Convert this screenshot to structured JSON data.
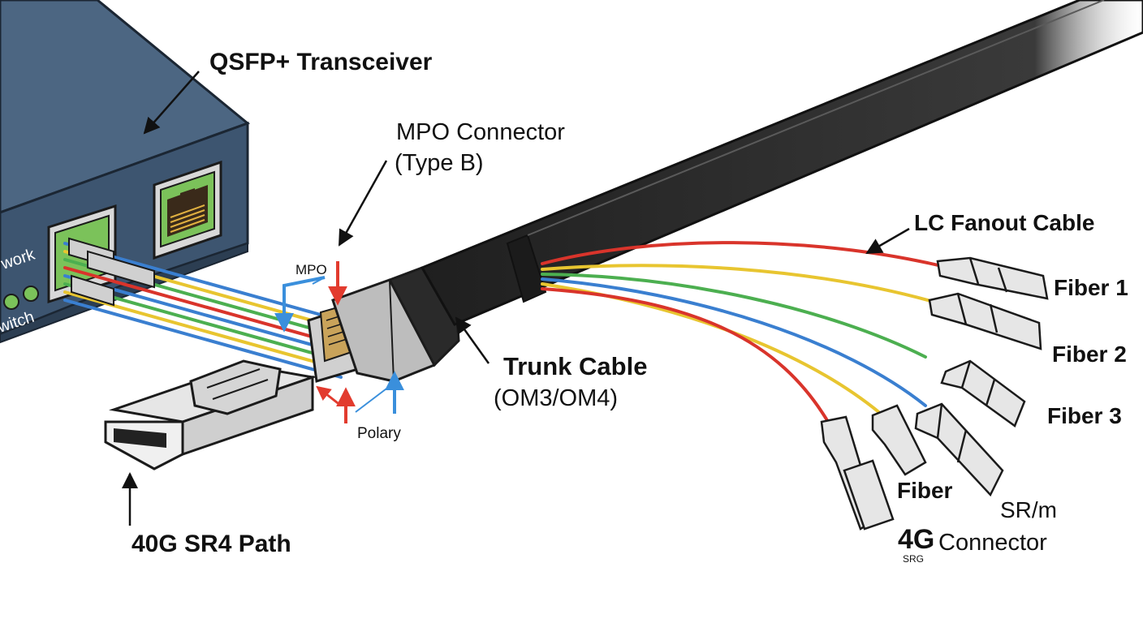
{
  "device": {
    "switch_label_partial_top": "work",
    "switch_label_partial_bottom": "witch"
  },
  "labels": {
    "qsfp_transceiver": "QSFP+ Transceiver",
    "mpo_connector_line1": "MPO Connector",
    "mpo_connector_line2": "(Type B)",
    "mpo_small": "MPO",
    "polary": "Polary",
    "trunk_cable_line1": "Trunk Cable",
    "trunk_cable_line2": "(OM3/OM4)",
    "lc_fanout_cable": "LC Fanout Cable",
    "fiber_1": "Fiber 1",
    "fiber_2": "Fiber 2",
    "fiber_3": "Fiber 3",
    "fiber": "Fiber",
    "sr_m": "SR/m",
    "fourg": "4G",
    "connector": "Connector",
    "srg": "SRG",
    "path_40g_sr4": "40G SR4 Path"
  },
  "colors": {
    "switch_body": "#3d5570",
    "switch_top": "#4c6682",
    "cable_jacket": "#2a2a2a",
    "fiber_red": "#d9342b",
    "fiber_yellow": "#e8c530",
    "fiber_green": "#4caf50",
    "fiber_blue": "#3a7fd0",
    "arrow_red": "#e23b2e",
    "arrow_blue": "#3a8fdc",
    "port_green": "#7bc25a"
  }
}
